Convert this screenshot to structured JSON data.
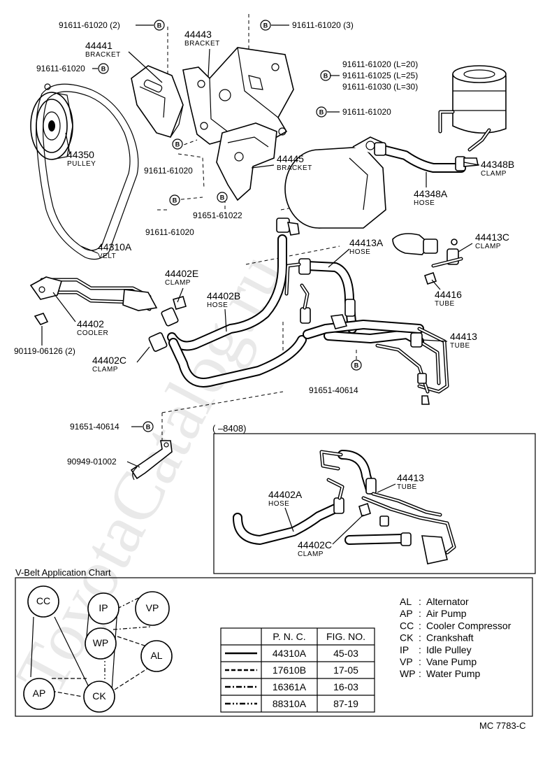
{
  "watermark": "ToyotaCatalog.ru",
  "bolt_symbol": "B",
  "callouts": [
    {
      "id": "c-91611-61020-2",
      "pn": "91611-61020 (2)"
    },
    {
      "id": "c-91611-61020-3",
      "pn": "91611-61020 (3)"
    },
    {
      "id": "c-44443",
      "num": "44443",
      "cap": "BRACKET"
    },
    {
      "id": "c-44441",
      "num": "44441",
      "cap": "BRACKET"
    },
    {
      "id": "c-91611-61020-a",
      "pn": "91611-61020"
    },
    {
      "id": "c-len-20",
      "pn": "91611-61020 (L=20)"
    },
    {
      "id": "c-len-25",
      "pn": "91611-61025 (L=25)"
    },
    {
      "id": "c-len-30",
      "pn": "91611-61030 (L=30)"
    },
    {
      "id": "c-91611-61020-b",
      "pn": "91611-61020"
    },
    {
      "id": "c-44350",
      "num": "44350",
      "cap": "PULLEY"
    },
    {
      "id": "c-44445",
      "num": "44445",
      "cap": "BRACKET"
    },
    {
      "id": "c-44348b",
      "num": "44348B",
      "cap": "CLAMP"
    },
    {
      "id": "c-91611-61020-c",
      "pn": "91611-61020"
    },
    {
      "id": "c-44348a",
      "num": "44348A",
      "cap": "HOSE"
    },
    {
      "id": "c-91651-61022",
      "pn": "91651-61022"
    },
    {
      "id": "c-91611-61020-d",
      "pn": "91611-61020"
    },
    {
      "id": "c-44310a",
      "num": "44310A",
      "cap": "VELT"
    },
    {
      "id": "c-44413a",
      "num": "44413A",
      "cap": "HOSE"
    },
    {
      "id": "c-44413c",
      "num": "44413C",
      "cap": "CLAMP"
    },
    {
      "id": "c-44402e",
      "num": "44402E",
      "cap": "CLAMP"
    },
    {
      "id": "c-44402b",
      "num": "44402B",
      "cap": "HOSE"
    },
    {
      "id": "c-44416",
      "num": "44416",
      "cap": "TUBE"
    },
    {
      "id": "c-44402",
      "num": "44402",
      "cap": "COOLER"
    },
    {
      "id": "c-44413",
      "num": "44413",
      "cap": "TUBE"
    },
    {
      "id": "c-90119",
      "pn": "90119-06126 (2)"
    },
    {
      "id": "c-44402c",
      "num": "44402C",
      "cap": "CLAMP"
    },
    {
      "id": "c-91651-40614-a",
      "pn": "91651-40614"
    },
    {
      "id": "c-91651-40614-b",
      "pn": "91651-40614"
    },
    {
      "id": "c-90949",
      "pn": "90949-01002"
    },
    {
      "id": "c-inset-44413",
      "num": "44413",
      "cap": "TUBE"
    },
    {
      "id": "c-inset-44402a",
      "num": "44402A",
      "cap": "HOSE"
    },
    {
      "id": "c-inset-44402c",
      "num": "44402C",
      "cap": "CLAMP"
    }
  ],
  "inset": {
    "label": "(      –8408)"
  },
  "vbelt_chart": {
    "title": "V-Belt Application Chart",
    "pulleys": [
      "CC",
      "IP",
      "VP",
      "WP",
      "AL",
      "AP",
      "CK"
    ],
    "table": {
      "headers": [
        "P. N. C.",
        "FIG. NO."
      ],
      "rows": [
        {
          "line": "solid",
          "pnc": "44310A",
          "fig": "45-03"
        },
        {
          "line": "dash",
          "pnc": "17610B",
          "fig": "17-05"
        },
        {
          "line": "dashdot",
          "pnc": "16361A",
          "fig": "16-03"
        },
        {
          "line": "dashdotdot",
          "pnc": "88310A",
          "fig": "87-19"
        }
      ]
    },
    "legend": [
      {
        "abbr": "AL",
        "sep": ":",
        "desc": "Alternator"
      },
      {
        "abbr": "AP",
        "sep": ":",
        "desc": "Air Pump"
      },
      {
        "abbr": "CC",
        "sep": ":",
        "desc": "Cooler Compressor"
      },
      {
        "abbr": "CK",
        "sep": ":",
        "desc": "Crankshaft"
      },
      {
        "abbr": "IP",
        "sep": ":",
        "desc": "Idle Pulley"
      },
      {
        "abbr": "VP",
        "sep": ":",
        "desc": "Vane Pump"
      },
      {
        "abbr": "WP",
        "sep": ":",
        "desc": "Water Pump"
      }
    ]
  },
  "figure_code": "MC  7783-C"
}
